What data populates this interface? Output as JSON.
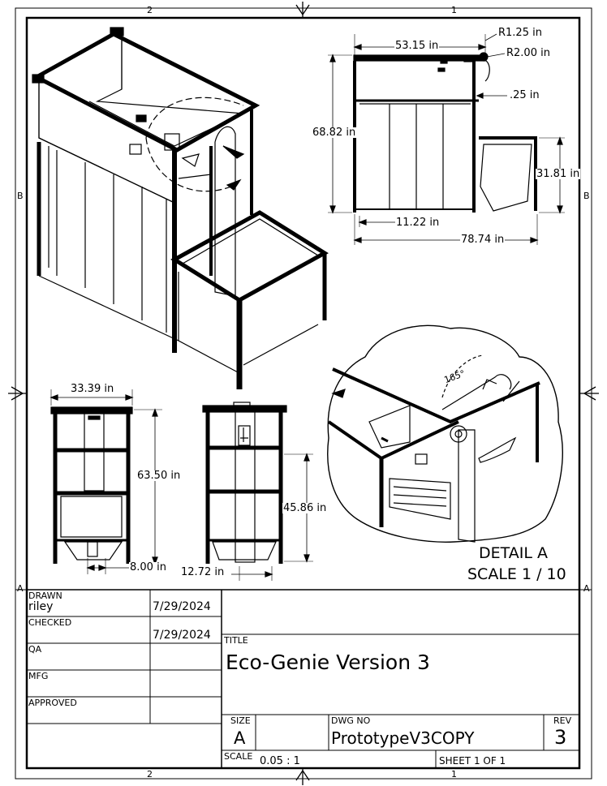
{
  "zone_labels": {
    "top_2": "2",
    "top_1": "1",
    "bottom_2": "2",
    "bottom_1": "1",
    "left_b": "B",
    "right_b": "B",
    "left_a": "A",
    "right_a": "A"
  },
  "dimensions": {
    "width_top": "53.15 in",
    "radius_small": "R1.25 in",
    "radius_large": "R2.00 in",
    "thickness": ".25 in",
    "height_total": "68.82 in",
    "hopper_height": "31.81 in",
    "panel_width": "11.22 in",
    "overall_width": "78.74 in",
    "front_width": "33.39 in",
    "front_height": "63.50 in",
    "outlet_width": "8.00 in",
    "side_height": "45.86 in",
    "side_offset": "12.72 in",
    "angle": "165°"
  },
  "detail": {
    "name": "DETAIL  A",
    "scale": "SCALE 1 / 10"
  },
  "title_block": {
    "drawn_label": "DRAWN",
    "drawn_by": "riley",
    "drawn_date": "7/29/2024",
    "checked_label": "CHECKED",
    "checked_date": "7/29/2024",
    "qa_label": "QA",
    "mfg_label": "MFG",
    "approved_label": "APPROVED",
    "title_label": "TITLE",
    "title": "Eco-Genie Version 3",
    "size_label": "SIZE",
    "size": "A",
    "dwg_label": "DWG NO",
    "dwg_no": "PrototypeV3COPY",
    "rev_label": "REV",
    "rev": "3",
    "scale_label": "SCALE",
    "scale": "0.05 : 1",
    "sheet": "SHEET 1  OF 1"
  }
}
